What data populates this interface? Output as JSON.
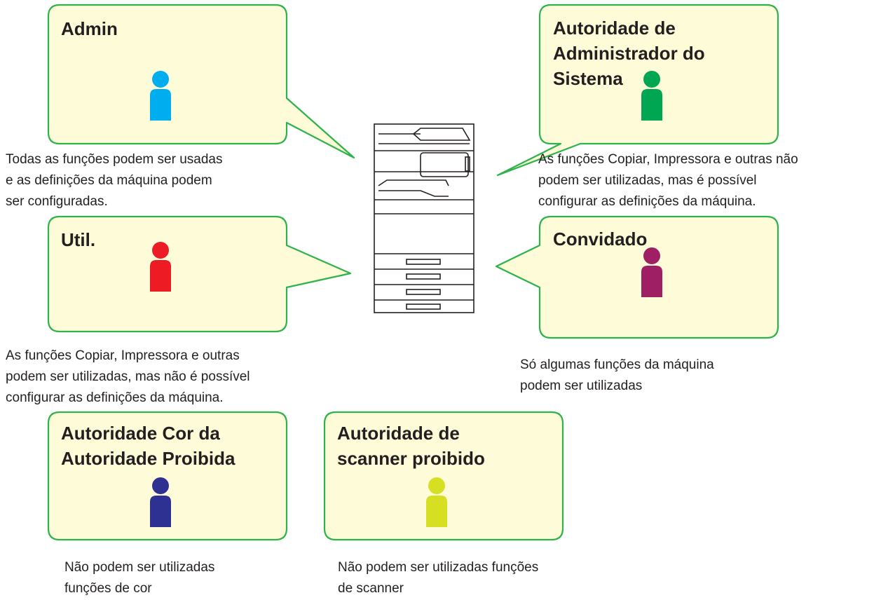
{
  "colors": {
    "bubble_fill": "#fefbd8",
    "bubble_border": "#2db34a",
    "printer_stroke": "#231f20"
  },
  "roles": [
    {
      "title": "Admin",
      "description": "Todas as funções podem ser usadas\ne as definições da máquina podem\nser configuradas.",
      "icon": "user-icon",
      "icon_color": "#00aeef"
    },
    {
      "title": "Autoridade de\nAdministrador do\nSistema",
      "description": "As funções Copiar, Impressora e outras não\npodem ser utilizadas, mas é possível\nconfigurar as definições da máquina.",
      "icon": "user-icon",
      "icon_color": "#00a651"
    },
    {
      "title": "Util.",
      "description": "As funções Copiar, Impressora e outras\npodem ser utilizadas, mas não é possível\nconfigurar as definições da máquina.",
      "icon": "user-icon",
      "icon_color": "#ed1c24"
    },
    {
      "title": "Convidado",
      "description": "Só algumas funções da máquina\npodem ser utilizadas",
      "icon": "user-icon",
      "icon_color": "#9e1f63"
    },
    {
      "title": "Autoridade Cor da\nAutoridade Proibida",
      "description": "Não podem ser utilizadas\nfunções de cor",
      "icon": "user-icon",
      "icon_color": "#2e3192"
    },
    {
      "title": "Autoridade de\nscanner proibido",
      "description": "Não podem ser utilizadas funções\nde scanner",
      "icon": "user-icon",
      "icon_color": "#d7df23"
    }
  ],
  "printer": {
    "icon": "multifunction-printer-icon"
  }
}
